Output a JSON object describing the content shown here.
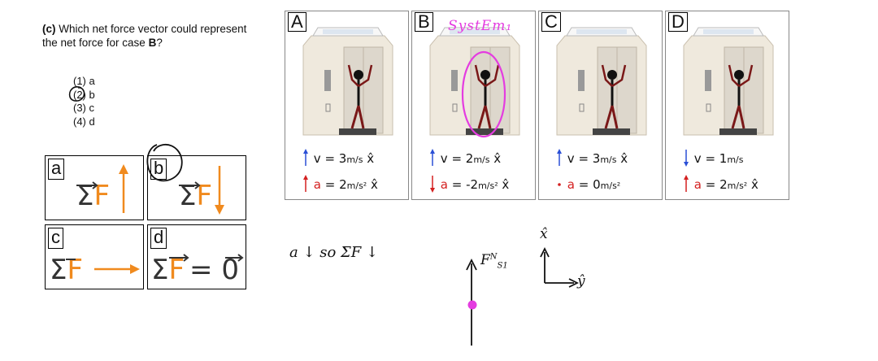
{
  "question": {
    "label": "(c)",
    "text_before": "Which net force vector could represent the net force for case ",
    "case": "B",
    "text_after": "?"
  },
  "options": [
    "(1)  a",
    "(2)  b",
    "(3)  c",
    "(4)  d"
  ],
  "force_boxes": [
    {
      "label": "a",
      "expr": "ΣF",
      "arrow": "up"
    },
    {
      "label": "b",
      "expr": "ΣF",
      "arrow": "down"
    },
    {
      "label": "c",
      "expr": "ΣF",
      "arrow": "right"
    },
    {
      "label": "d",
      "expr": "ΣF",
      "equals": "= 0"
    }
  ],
  "panels": [
    {
      "label": "A",
      "v_label": "v",
      "v_value": "= 3",
      "v_unit": "m/s",
      "v_dir": "x̂",
      "v_arrow": "up",
      "a_label": "a",
      "a_value": "= 2",
      "a_unit": "m/s²",
      "a_dir": "x̂",
      "a_arrow": "up"
    },
    {
      "label": "B",
      "v_label": "v",
      "v_value": "= 2",
      "v_unit": "m/s",
      "v_dir": "x̂",
      "v_arrow": "up",
      "a_label": "a",
      "a_value": "= -2",
      "a_unit": "m/s²",
      "a_dir": "x̂",
      "a_arrow": "down"
    },
    {
      "label": "C",
      "v_label": "v",
      "v_value": "= 3",
      "v_unit": "m/s",
      "v_dir": "x̂",
      "v_arrow": "up",
      "a_label": "a",
      "a_value": "= 0",
      "a_unit": "m/s²",
      "a_dir": "",
      "a_arrow": "dot"
    },
    {
      "label": "D",
      "v_label": "v",
      "v_value": "= 1",
      "v_unit": "m/s",
      "v_dir": "",
      "v_arrow": "down",
      "a_label": "a",
      "a_value": "= 2",
      "a_unit": "m/s²",
      "a_dir": "x̂",
      "a_arrow": "up"
    }
  ],
  "annotations": {
    "system_label": "SystEm₁",
    "note": "a ↓ so ΣF ↓",
    "force_label": "F",
    "force_sup": "N",
    "force_sub": "S1",
    "axis_x": "x̂",
    "axis_y": "ŷ"
  },
  "colors": {
    "orange": "#f08a1e",
    "blue": "#2a4fd6",
    "red": "#d42020",
    "magenta": "#e43ce0"
  }
}
